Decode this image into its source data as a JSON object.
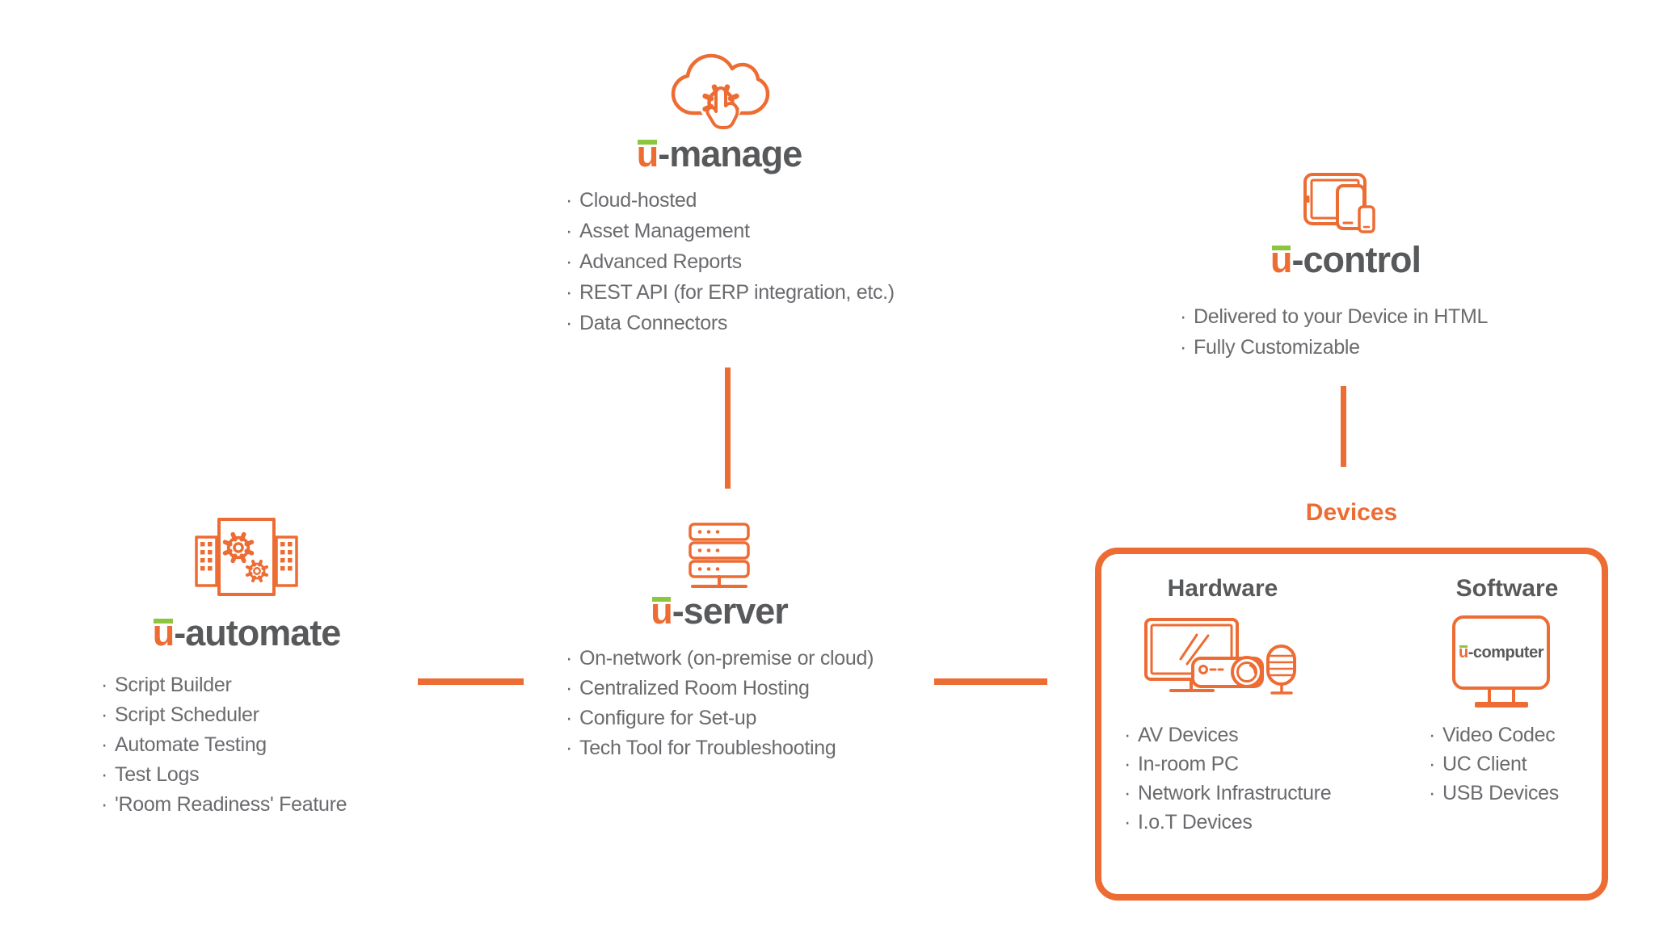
{
  "colors": {
    "orange": "#ED6C33",
    "green": "#8CC63F",
    "title_gray": "#58595B",
    "text_gray": "#6A6B6E",
    "white": "#FFFFFF"
  },
  "bullet": "·",
  "nodes": {
    "manage": {
      "u": "u",
      "name": "-manage",
      "icon": "cloud-tap-gear-icon",
      "items": [
        "Cloud-hosted",
        "Asset Management",
        "Advanced Reports",
        "REST API (for ERP integration, etc.)",
        "Data Connectors"
      ]
    },
    "server": {
      "u": "u",
      "name": "-server",
      "icon": "server-rack-icon",
      "items": [
        "On-network (on-premise or cloud)",
        "Centralized Room Hosting",
        "Configure for Set-up",
        "Tech Tool for Troubleshooting"
      ]
    },
    "automate": {
      "u": "u",
      "name": "-automate",
      "icon": "script-gears-icon",
      "items": [
        "Script Builder",
        "Script Scheduler",
        "Automate Testing",
        "Test Logs",
        "'Room Readiness' Feature"
      ]
    },
    "control": {
      "u": "u",
      "name": "-control",
      "icon": "tablets-phone-icon",
      "items": [
        "Delivered to your Device in HTML",
        "Fully Customizable"
      ]
    }
  },
  "devices": {
    "label": "Devices",
    "hardware": {
      "title": "Hardware",
      "icon": "monitor-projector-mic-icon",
      "items": [
        "AV Devices",
        "In-room PC",
        "Network Infrastructure",
        "I.o.T Devices"
      ]
    },
    "software": {
      "title": "Software",
      "monitor_u": "u",
      "monitor_name": "-computer",
      "icon": "u-computer-monitor-icon",
      "items": [
        "Video Codec",
        "UC Client",
        "USB Devices"
      ]
    }
  }
}
